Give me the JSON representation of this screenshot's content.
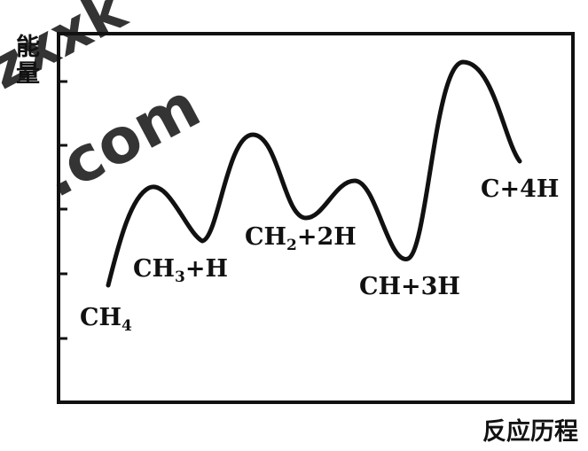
{
  "axes": {
    "y_label": "能量",
    "x_label": "反应历程"
  },
  "species": [
    {
      "id": "ch4",
      "main": "CH",
      "sub": "4",
      "tail": ""
    },
    {
      "id": "ch3",
      "main": "CH",
      "sub": "3",
      "tail": "+H"
    },
    {
      "id": "ch2",
      "main": "CH",
      "sub": "2",
      "tail": "+2H"
    },
    {
      "id": "ch",
      "main": "CH+3H",
      "sub": "",
      "tail": ""
    },
    {
      "id": "c",
      "main": "C+4H",
      "sub": "",
      "tail": ""
    }
  ],
  "watermark": {
    "line1": "zxxk",
    "line2": ".com",
    "color": "#2a9ad8"
  },
  "colors": {
    "curve": "#111111",
    "frame": "#111111"
  }
}
